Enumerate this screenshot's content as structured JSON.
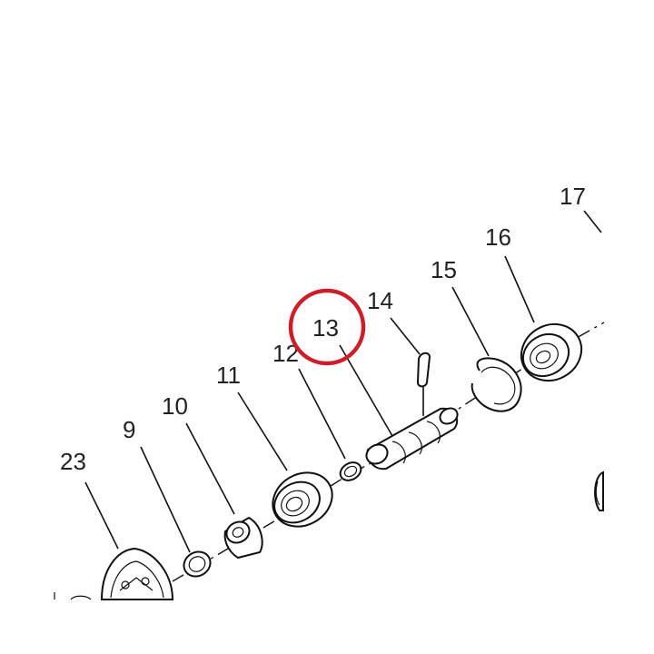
{
  "diagram": {
    "labels": {
      "p9": "9",
      "p10": "10",
      "p11": "11",
      "p12": "12",
      "p13": "13",
      "p14": "14",
      "p15": "15",
      "p16": "16",
      "p17": "17",
      "p23": "23"
    },
    "highlight": {
      "part": "13",
      "color": "#cc1f2a"
    }
  }
}
